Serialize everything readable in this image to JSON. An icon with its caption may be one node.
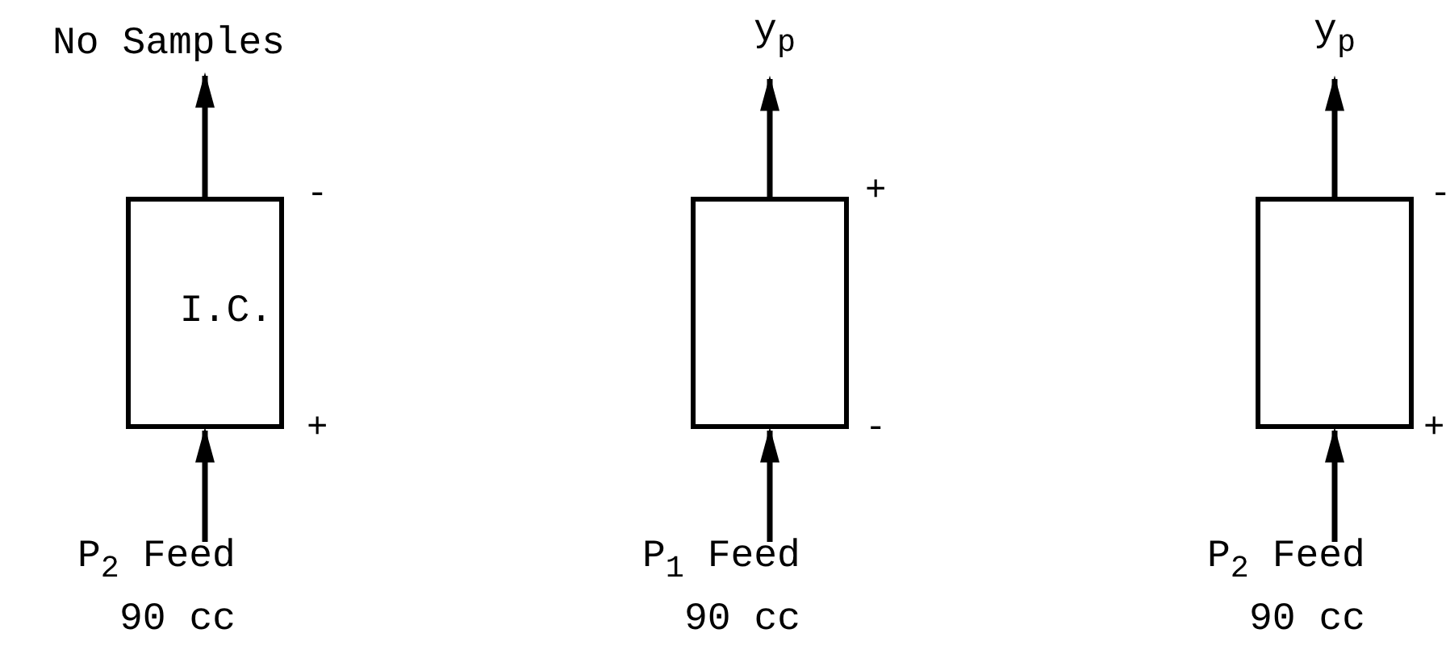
{
  "diagram": {
    "nodes": [
      {
        "text": [
          "No Samples"
        ]
      },
      {
        "text": [
          "I.C."
        ]
      },
      {
        "text": [
          "P$_{2}$ Feed",
          "90 cc"
        ]
      },
      {
        "text": [
          "y$_{p}$"
        ]
      },
      {
        "text": [],
        "shape": "box"
      },
      {
        "text": [
          "P$_{1}$ Feed",
          "90 cc"
        ]
      },
      {
        "text": [
          "y$_{p}$"
        ]
      },
      {
        "text": [],
        "shape": "box"
      },
      {
        "text": [
          "P$_{2}$ Feed",
          "90 cc"
        ]
      }
    ],
    "edges": [
      {
        "from": 2,
        "to": 1,
        "arrow": "to"
      },
      {
        "from": 1,
        "to": 0,
        "arrow": "to"
      },
      {
        "from": 5,
        "to": 4,
        "arrow": "to"
      },
      {
        "from": 4,
        "to": 3,
        "arrow": "to"
      },
      {
        "from": 8,
        "to": 7,
        "arrow": "to"
      },
      {
        "from": 7,
        "to": 6,
        "arrow": "to"
      }
    ],
    "labels": [
      "-",
      "+",
      "-",
      "+",
      "-",
      "+"
    ]
  }
}
